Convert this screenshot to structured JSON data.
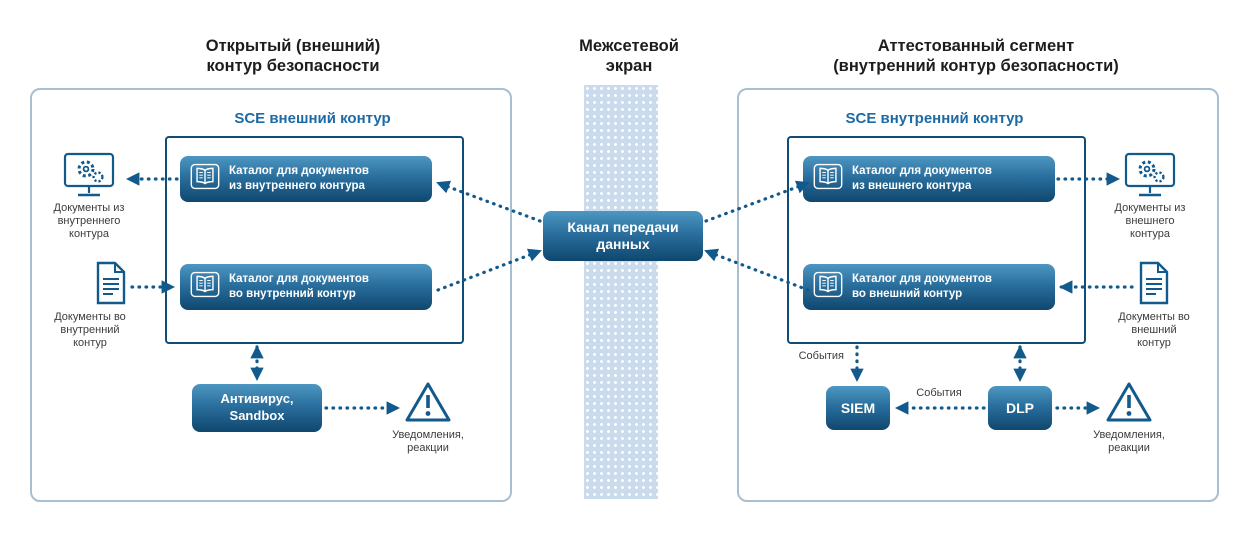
{
  "headers": {
    "left": "Открытый (внешний)\nконтур безопасности",
    "middle": "Межсетевой\nэкран",
    "right": "Аттестованный сегмент\n(внутренний контур безопасности)"
  },
  "external": {
    "title": "SCE внешний контур",
    "catalog_in": "Каталог для документов\nиз внутреннего контура",
    "catalog_out": "Каталог для документов\nво внутренний контур",
    "docs_from_label": "Документы из\nвнутреннего\nконтура",
    "docs_to_label": "Документы во\nвнутренний\nконтур",
    "antivirus_label": "Антивирус,\nSandbox",
    "alerts_label": "Уведомления,\nреакции"
  },
  "channel": {
    "label": "Канал передачи\nданных"
  },
  "internal": {
    "title": "SCE внутренний контур",
    "catalog_in": "Каталог для документов\nиз внешнего контура",
    "catalog_out": "Каталог для документов\nво внешний контур",
    "docs_from_label": "Документы из\nвнешнего\nконтура",
    "docs_to_label": "Документы во\nвнешний\nконтур",
    "siem_label": "SIEM",
    "dlp_label": "DLP",
    "events_siem": "События",
    "events_dlp": "События",
    "alerts_label": "Уведомления,\nреакции"
  },
  "icons": {
    "catalog": "open-book",
    "docs_display": "monitor-gear",
    "document": "document-lines",
    "alert": "warning-triangle"
  },
  "colors": {
    "primary_blue": "#135a8c",
    "box_gradient_top": "#4e97c2",
    "box_gradient_bottom": "#0f476e",
    "outer_border": "#a9bfd0",
    "firewall_fill": "#c9dbec",
    "title_blue": "#1c6aa6",
    "text_dark": "#1d1d1b"
  }
}
